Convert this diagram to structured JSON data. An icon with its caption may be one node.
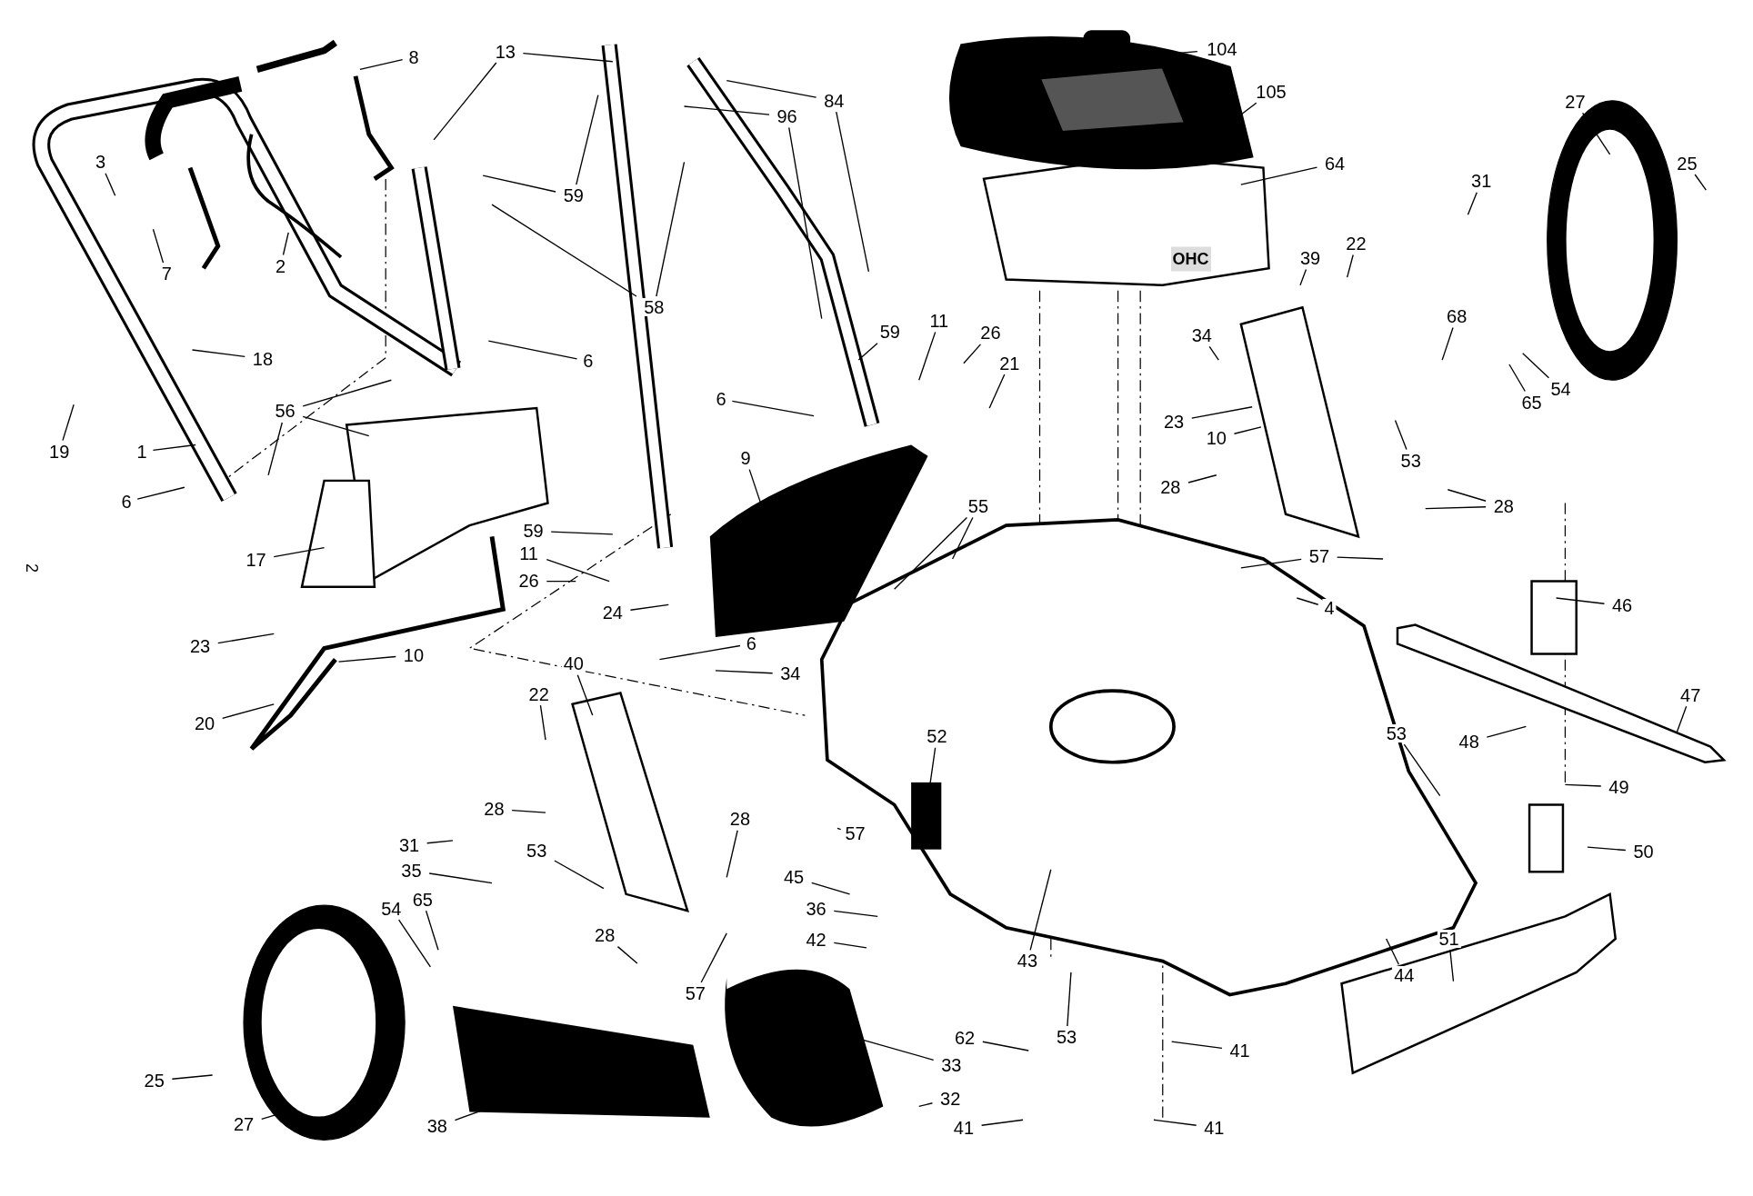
{
  "diagram": {
    "nodes": [
      {
        "text": [
          "8"
        ]
      },
      {
        "text": [
          "104"
        ]
      },
      {
        "text": [
          "13"
        ]
      },
      {
        "text": [
          "84"
        ]
      },
      {
        "text": [
          "105"
        ]
      },
      {
        "text": [
          "27"
        ]
      },
      {
        "text": [
          "96"
        ]
      },
      {
        "text": [
          "3"
        ]
      },
      {
        "text": [
          "25"
        ]
      },
      {
        "text": [
          "64"
        ]
      },
      {
        "text": [
          "31"
        ]
      },
      {
        "text": [
          "59"
        ]
      },
      {
        "text": [
          "2"
        ]
      },
      {
        "text": [
          "7"
        ]
      },
      {
        "text": [
          "22"
        ]
      },
      {
        "text": [
          "39"
        ]
      },
      {
        "text": [
          "58"
        ]
      },
      {
        "text": [
          "68"
        ]
      },
      {
        "text": [
          "11"
        ]
      },
      {
        "text": [
          "26"
        ]
      },
      {
        "text": [
          "59"
        ]
      },
      {
        "text": [
          "34"
        ]
      },
      {
        "text": [
          "18"
        ]
      },
      {
        "text": [
          "6"
        ]
      },
      {
        "text": [
          "21"
        ]
      },
      {
        "text": [
          "54"
        ]
      },
      {
        "text": [
          "6"
        ]
      },
      {
        "text": [
          "65"
        ]
      },
      {
        "text": [
          "56"
        ]
      },
      {
        "text": [
          "23"
        ]
      },
      {
        "text": [
          "10"
        ]
      },
      {
        "text": [
          "1"
        ]
      },
      {
        "text": [
          "19"
        ]
      },
      {
        "text": [
          "9"
        ]
      },
      {
        "text": [
          "53"
        ]
      },
      {
        "text": [
          "28"
        ]
      },
      {
        "text": [
          "6"
        ]
      },
      {
        "text": [
          "28"
        ]
      },
      {
        "text": [
          "55"
        ]
      },
      {
        "text": [
          "59"
        ]
      },
      {
        "text": [
          "11"
        ]
      },
      {
        "text": [
          "17"
        ]
      },
      {
        "text": [
          "57"
        ]
      },
      {
        "text": [
          "26"
        ]
      },
      {
        "text": [
          "4"
        ]
      },
      {
        "text": [
          "46"
        ]
      },
      {
        "text": [
          "24"
        ]
      },
      {
        "text": [
          "23"
        ]
      },
      {
        "text": [
          "10"
        ]
      },
      {
        "text": [
          "6"
        ]
      },
      {
        "text": [
          "40"
        ]
      },
      {
        "text": [
          "34"
        ]
      },
      {
        "text": [
          "22"
        ]
      },
      {
        "text": [
          "47"
        ]
      },
      {
        "text": [
          "20"
        ]
      },
      {
        "text": [
          "53"
        ]
      },
      {
        "text": [
          "52"
        ]
      },
      {
        "text": [
          "48"
        ]
      },
      {
        "text": [
          "49"
        ]
      },
      {
        "text": [
          "28"
        ]
      },
      {
        "text": [
          "28"
        ]
      },
      {
        "text": [
          "57"
        ]
      },
      {
        "text": [
          "31"
        ]
      },
      {
        "text": [
          "53"
        ]
      },
      {
        "text": [
          "50"
        ]
      },
      {
        "text": [
          "35"
        ]
      },
      {
        "text": [
          "45"
        ]
      },
      {
        "text": [
          "65"
        ]
      },
      {
        "text": [
          "54"
        ]
      },
      {
        "text": [
          "36"
        ]
      },
      {
        "text": [
          "28"
        ]
      },
      {
        "text": [
          "51"
        ]
      },
      {
        "text": [
          "42"
        ]
      },
      {
        "text": [
          "43"
        ]
      },
      {
        "text": [
          "44"
        ]
      },
      {
        "text": [
          "57"
        ]
      },
      {
        "text": [
          "53"
        ]
      },
      {
        "text": [
          "62"
        ]
      },
      {
        "text": [
          "41"
        ]
      },
      {
        "text": [
          "33"
        ]
      },
      {
        "text": [
          "25"
        ]
      },
      {
        "text": [
          "32"
        ]
      },
      {
        "text": [
          "27"
        ]
      },
      {
        "text": [
          "38"
        ]
      },
      {
        "text": [
          "41"
        ]
      },
      {
        "text": [
          "41"
        ]
      }
    ],
    "edges": [
      {
        "from": 0,
        "to": null,
        "arrow": "none"
      },
      {
        "from": 1,
        "to": null,
        "arrow": "none"
      },
      {
        "from": 2,
        "to": null,
        "arrow": "none"
      },
      {
        "from": 2,
        "to": null,
        "arrow": "none"
      },
      {
        "from": 3,
        "to": null,
        "arrow": "none"
      },
      {
        "from": 3,
        "to": null,
        "arrow": "none"
      },
      {
        "from": 4,
        "to": null,
        "arrow": "none"
      },
      {
        "from": 5,
        "to": null,
        "arrow": "none"
      },
      {
        "from": 6,
        "to": null,
        "arrow": "none"
      },
      {
        "from": 6,
        "to": null,
        "arrow": "none"
      },
      {
        "from": 7,
        "to": null,
        "arrow": "none"
      },
      {
        "from": 8,
        "to": null,
        "arrow": "none"
      },
      {
        "from": 9,
        "to": null,
        "arrow": "none"
      },
      {
        "from": 10,
        "to": null,
        "arrow": "none"
      },
      {
        "from": 11,
        "to": null,
        "arrow": "none"
      },
      {
        "from": 11,
        "to": null,
        "arrow": "none"
      },
      {
        "from": 12,
        "to": null,
        "arrow": "none"
      },
      {
        "from": 13,
        "to": null,
        "arrow": "none"
      },
      {
        "from": 14,
        "to": null,
        "arrow": "none"
      },
      {
        "from": 15,
        "to": null,
        "arrow": "none"
      },
      {
        "from": 16,
        "to": null,
        "arrow": "none"
      },
      {
        "from": 16,
        "to": null,
        "arrow": "none"
      },
      {
        "from": 17,
        "to": null,
        "arrow": "none"
      },
      {
        "from": 18,
        "to": null,
        "arrow": "none"
      },
      {
        "from": 19,
        "to": null,
        "arrow": "none"
      },
      {
        "from": 20,
        "to": null,
        "arrow": "none"
      },
      {
        "from": 21,
        "to": null,
        "arrow": "none"
      },
      {
        "from": 22,
        "to": null,
        "arrow": "none"
      },
      {
        "from": 23,
        "to": null,
        "arrow": "none"
      },
      {
        "from": 24,
        "to": null,
        "arrow": "none"
      },
      {
        "from": 25,
        "to": null,
        "arrow": "none"
      },
      {
        "from": 26,
        "to": null,
        "arrow": "none"
      },
      {
        "from": 27,
        "to": null,
        "arrow": "none"
      },
      {
        "from": 28,
        "to": null,
        "arrow": "none"
      },
      {
        "from": 28,
        "to": null,
        "arrow": "none"
      },
      {
        "from": 28,
        "to": null,
        "arrow": "none"
      },
      {
        "from": 29,
        "to": null,
        "arrow": "none"
      },
      {
        "from": 30,
        "to": null,
        "arrow": "none"
      },
      {
        "from": 31,
        "to": null,
        "arrow": "none"
      },
      {
        "from": 32,
        "to": null,
        "arrow": "none"
      },
      {
        "from": 33,
        "to": null,
        "arrow": "none"
      },
      {
        "from": 34,
        "to": null,
        "arrow": "none"
      },
      {
        "from": 35,
        "to": null,
        "arrow": "none"
      },
      {
        "from": 36,
        "to": null,
        "arrow": "none"
      },
      {
        "from": 37,
        "to": null,
        "arrow": "none"
      },
      {
        "from": 37,
        "to": null,
        "arrow": "none"
      },
      {
        "from": 38,
        "to": null,
        "arrow": "none"
      },
      {
        "from": 38,
        "to": null,
        "arrow": "none"
      },
      {
        "from": 39,
        "to": null,
        "arrow": "none"
      },
      {
        "from": 40,
        "to": null,
        "arrow": "none"
      },
      {
        "from": 41,
        "to": null,
        "arrow": "none"
      },
      {
        "from": 42,
        "to": null,
        "arrow": "none"
      },
      {
        "from": 42,
        "to": null,
        "arrow": "none"
      },
      {
        "from": 43,
        "to": null,
        "arrow": "none"
      },
      {
        "from": 44,
        "to": null,
        "arrow": "none"
      },
      {
        "from": 45,
        "to": null,
        "arrow": "none"
      },
      {
        "from": 46,
        "to": null,
        "arrow": "none"
      },
      {
        "from": 47,
        "to": null,
        "arrow": "none"
      },
      {
        "from": 48,
        "to": null,
        "arrow": "none"
      },
      {
        "from": 49,
        "to": null,
        "arrow": "none"
      },
      {
        "from": 50,
        "to": null,
        "arrow": "none"
      },
      {
        "from": 51,
        "to": null,
        "arrow": "none"
      },
      {
        "from": 52,
        "to": null,
        "arrow": "none"
      },
      {
        "from": 53,
        "to": null,
        "arrow": "none"
      },
      {
        "from": 54,
        "to": null,
        "arrow": "none"
      },
      {
        "from": 55,
        "to": null,
        "arrow": "none"
      },
      {
        "from": 56,
        "to": null,
        "arrow": "none"
      },
      {
        "from": 57,
        "to": null,
        "arrow": "none"
      },
      {
        "from": 58,
        "to": null,
        "arrow": "none"
      },
      {
        "from": 59,
        "to": null,
        "arrow": "none"
      },
      {
        "from": 60,
        "to": null,
        "arrow": "none"
      },
      {
        "from": 61,
        "to": null,
        "arrow": "none"
      },
      {
        "from": 62,
        "to": null,
        "arrow": "none"
      },
      {
        "from": 63,
        "to": null,
        "arrow": "none"
      },
      {
        "from": 64,
        "to": null,
        "arrow": "none"
      },
      {
        "from": 65,
        "to": null,
        "arrow": "none"
      },
      {
        "from": 66,
        "to": null,
        "arrow": "none"
      },
      {
        "from": 67,
        "to": null,
        "arrow": "none"
      },
      {
        "from": 68,
        "to": null,
        "arrow": "none"
      },
      {
        "from": 69,
        "to": null,
        "arrow": "none"
      },
      {
        "from": 70,
        "to": null,
        "arrow": "none"
      },
      {
        "from": 71,
        "to": null,
        "arrow": "none"
      },
      {
        "from": 72,
        "to": null,
        "arrow": "none"
      },
      {
        "from": 73,
        "to": null,
        "arrow": "none"
      },
      {
        "from": 74,
        "to": null,
        "arrow": "none"
      },
      {
        "from": 75,
        "to": null,
        "arrow": "none"
      },
      {
        "from": 76,
        "to": null,
        "arrow": "none"
      },
      {
        "from": 77,
        "to": null,
        "arrow": "none"
      },
      {
        "from": 78,
        "to": null,
        "arrow": "none"
      },
      {
        "from": 79,
        "to": null,
        "arrow": "none"
      },
      {
        "from": 80,
        "to": null,
        "arrow": "none"
      },
      {
        "from": 81,
        "to": null,
        "arrow": "none"
      },
      {
        "from": 82,
        "to": null,
        "arrow": "none"
      },
      {
        "from": 83,
        "to": null,
        "arrow": "none"
      },
      {
        "from": 84,
        "to": null,
        "arrow": "none"
      },
      {
        "from": 85,
        "to": null,
        "arrow": "none"
      }
    ],
    "labels": [
      "OHC",
      "2"
    ]
  }
}
